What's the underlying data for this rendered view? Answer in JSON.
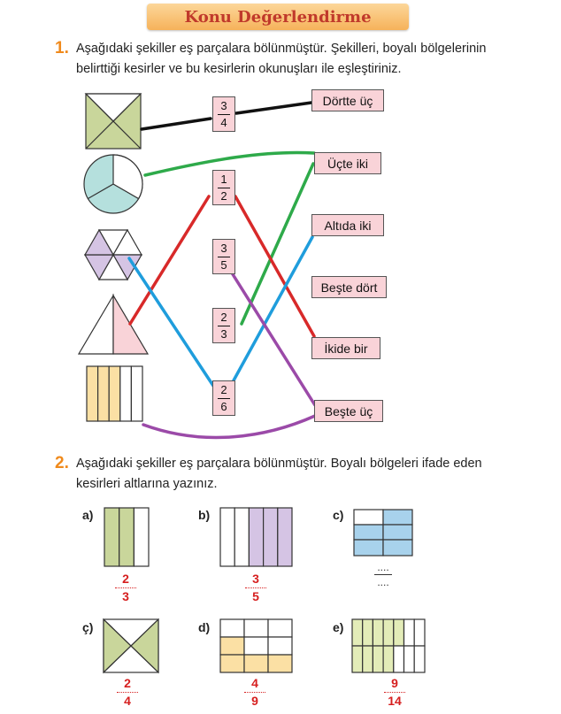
{
  "title": "Konu Değerlendirme",
  "q1": {
    "number": "1.",
    "text_line1": "Aşağıdaki şekiller eş parçalara bölünmüştür. Şekilleri, boyalı bölgelerinin",
    "text_line2": "belirttiği kesirler ve bu kesirlerin okunuşları ile eşleştiriniz.",
    "fractions": [
      {
        "num": "3",
        "den": "4"
      },
      {
        "num": "1",
        "den": "2"
      },
      {
        "num": "3",
        "den": "5"
      },
      {
        "num": "2",
        "den": "3"
      },
      {
        "num": "2",
        "den": "6"
      }
    ],
    "words": [
      "Dörtte üç",
      "Üçte iki",
      "Altıda iki",
      "Beşte dört",
      "İkide bir",
      "Beşte üç"
    ]
  },
  "q2": {
    "number": "2.",
    "text_line1": "Aşağıdaki şekiller eş parçalara bölünmüştür. Boyalı bölgeleri ifade eden",
    "text_line2": "kesirleri altlarına yazınız.",
    "items": [
      {
        "label": "a)",
        "num": "2",
        "den": "3"
      },
      {
        "label": "b)",
        "num": "3",
        "den": "5"
      },
      {
        "label": "c)",
        "num": "....",
        "den": "...."
      },
      {
        "label": "ç)",
        "num": "2",
        "den": "4"
      },
      {
        "label": "d)",
        "num": "4",
        "den": "9"
      },
      {
        "label": "e)",
        "num": "9",
        "den": "14"
      }
    ]
  },
  "colors": {
    "pink": "#f9d3d8",
    "teal": "#b5e0dd",
    "green": "#c9d69b",
    "purple": "#d5c4e4",
    "yellow": "#fbe0a4",
    "blue": "#a8d2ec",
    "line_black": "#111111",
    "line_green": "#2eaa4a",
    "line_red": "#d82929",
    "line_blue": "#1f9ddc",
    "line_purple": "#9b4aa8"
  }
}
